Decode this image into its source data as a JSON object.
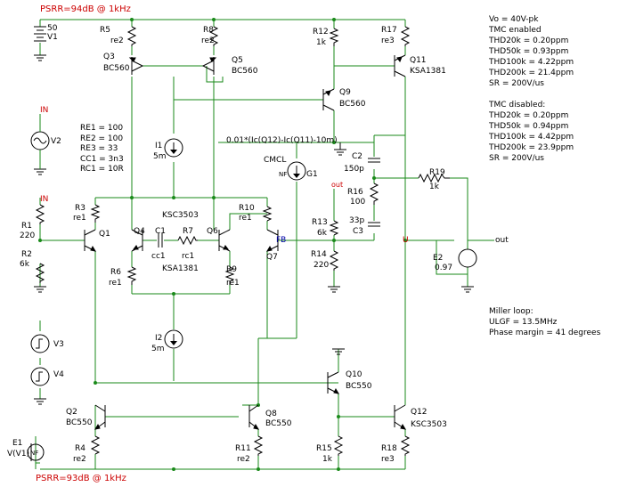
{
  "psrr": {
    "top": "PSRR=94dB @ 1kHz",
    "bottom": "PSRR=93dB @ 1kHz"
  },
  "sources": {
    "v1_value": "50",
    "v1_name": "V1",
    "v2_name": "V2",
    "v3_name": "V3",
    "v4_name": "V4",
    "e1_name": "E1",
    "e1_pin": "V(V1)",
    "e1_symbol": "NF",
    "e2_name": "E2",
    "e2_value": "0.97",
    "g1_name": "G1",
    "g1_symbol": "NF",
    "cmcl": "CMCL",
    "g1_expr": "0.01*(Ic(Q12)-Ic(Q11)-10m)",
    "i1_name": "I1",
    "i1_value": "5m",
    "i2_name": "I2",
    "i2_value": "5m"
  },
  "nets": {
    "in_top": "IN",
    "in_mid": "IN",
    "out_small": "out",
    "fb": "FB",
    "u": "U",
    "out": "out"
  },
  "resistors": {
    "R1": {
      "name": "R1",
      "value": "220"
    },
    "R2": {
      "name": "R2",
      "value": "6k"
    },
    "R3": {
      "name": "R3",
      "value": "re1"
    },
    "R4": {
      "name": "R4",
      "value": "re2"
    },
    "R5": {
      "name": "R5",
      "value": "re2"
    },
    "R6": {
      "name": "R6",
      "value": "re1"
    },
    "R7": {
      "name": "R7",
      "value": "rc1"
    },
    "R8": {
      "name": "R8",
      "value": "re2"
    },
    "R9": {
      "name": "R9",
      "value": "re1"
    },
    "R10": {
      "name": "R10",
      "value": "re1"
    },
    "R11": {
      "name": "R11",
      "value": "re2"
    },
    "R12": {
      "name": "R12",
      "value": "1k"
    },
    "R13": {
      "name": "R13",
      "value": "6k"
    },
    "R14": {
      "name": "R14",
      "value": "220"
    },
    "R15": {
      "name": "R15",
      "value": "1k"
    },
    "R16": {
      "name": "R16",
      "value": "100"
    },
    "R17": {
      "name": "R17",
      "value": "re3"
    },
    "R18": {
      "name": "R18",
      "value": "re3"
    },
    "R19": {
      "name": "R19",
      "value": "1k"
    }
  },
  "capacitors": {
    "C1": {
      "name": "C1",
      "value": "cc1"
    },
    "C2": {
      "name": "C2",
      "value": "150p"
    },
    "C3": {
      "name": "C3",
      "value": "33p"
    }
  },
  "transistors": {
    "Q1": {
      "name": "Q1"
    },
    "Q2": {
      "name": "Q2",
      "part": "BC550"
    },
    "Q3": {
      "name": "Q3",
      "part": "BC560"
    },
    "Q4": {
      "name": "Q4"
    },
    "Q5": {
      "name": "Q5",
      "part": "BC560"
    },
    "Q6": {
      "name": "Q6"
    },
    "Q7": {
      "name": "Q7"
    },
    "Q8": {
      "name": "Q8",
      "part": "BC550"
    },
    "Q9": {
      "name": "Q9",
      "part": "BC560"
    },
    "Q10": {
      "name": "Q10",
      "part": "BC550"
    },
    "Q11": {
      "name": "Q11",
      "part": "KSA1381"
    },
    "Q12": {
      "name": "Q12",
      "part": "KSC3503"
    },
    "pair_top": "KSC3503",
    "pair_bottom": "KSA1381"
  },
  "params": [
    "RE1 = 100",
    "RE2 = 100",
    "RE3 = 33",
    "CC1 = 3n3",
    "RC1 = 10R"
  ],
  "results": {
    "tmc_enabled": [
      "Vo = 40V-pk",
      "TMC enabled",
      "THD20k = 0.20ppm",
      "THD50k = 0.93ppm",
      "THD100k = 4.22ppm",
      "THD200k = 21.4ppm",
      "SR = 200V/us"
    ],
    "tmc_disabled": [
      "TMC disabled:",
      "THD20k = 0.20ppm",
      "THD50k = 0.94ppm",
      "THD100k = 4.42ppm",
      "THD200k = 23.9ppm",
      "SR = 200V/us"
    ],
    "miller": [
      "Miller loop:",
      "ULGF = 13.5MHz",
      "Phase margin = 41 degrees"
    ]
  },
  "colors": {
    "wire": "#1a8a1a",
    "component": "#000000",
    "label_red": "#cc0000",
    "label_blue": "#0000aa"
  }
}
